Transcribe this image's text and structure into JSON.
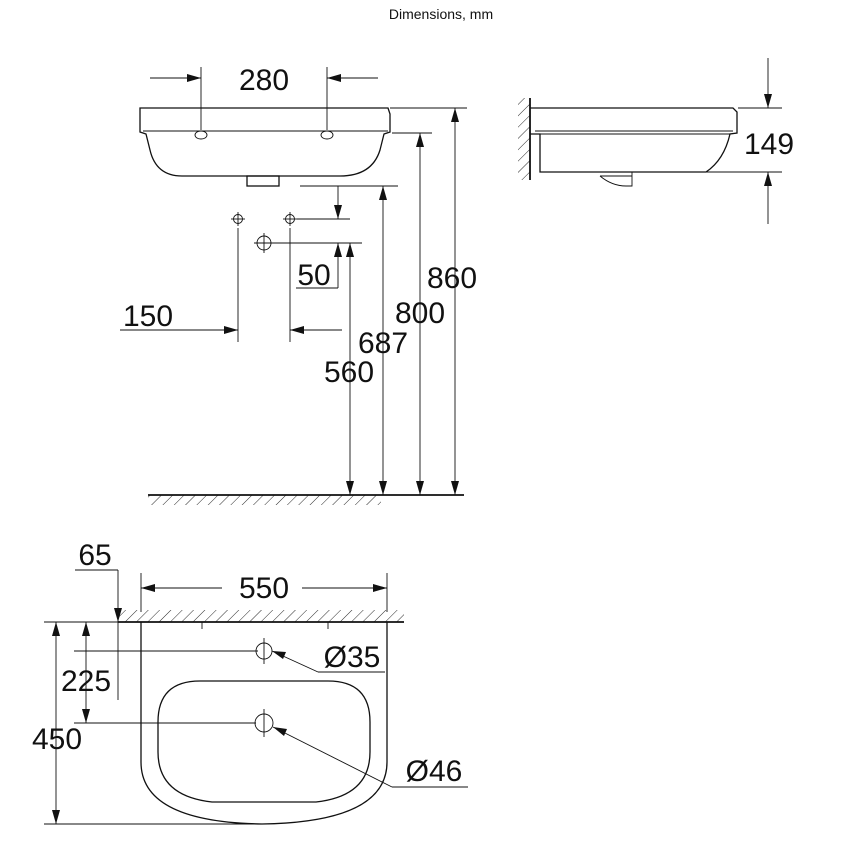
{
  "title": "Dimensions, mm",
  "front_view": {
    "tap_hole_spacing": "280",
    "fixing_bolt_spacing": "150",
    "waste_offset": "50",
    "height_waste": "560",
    "height_fixing": "687",
    "height_underside": "800",
    "height_rim": "860"
  },
  "side_view": {
    "depth": "149"
  },
  "plan_view": {
    "wall_offset": "65",
    "width": "550",
    "tap_hole_diameter": "Ø35",
    "to_waste": "225",
    "projection": "450",
    "waste_diameter": "Ø46"
  }
}
